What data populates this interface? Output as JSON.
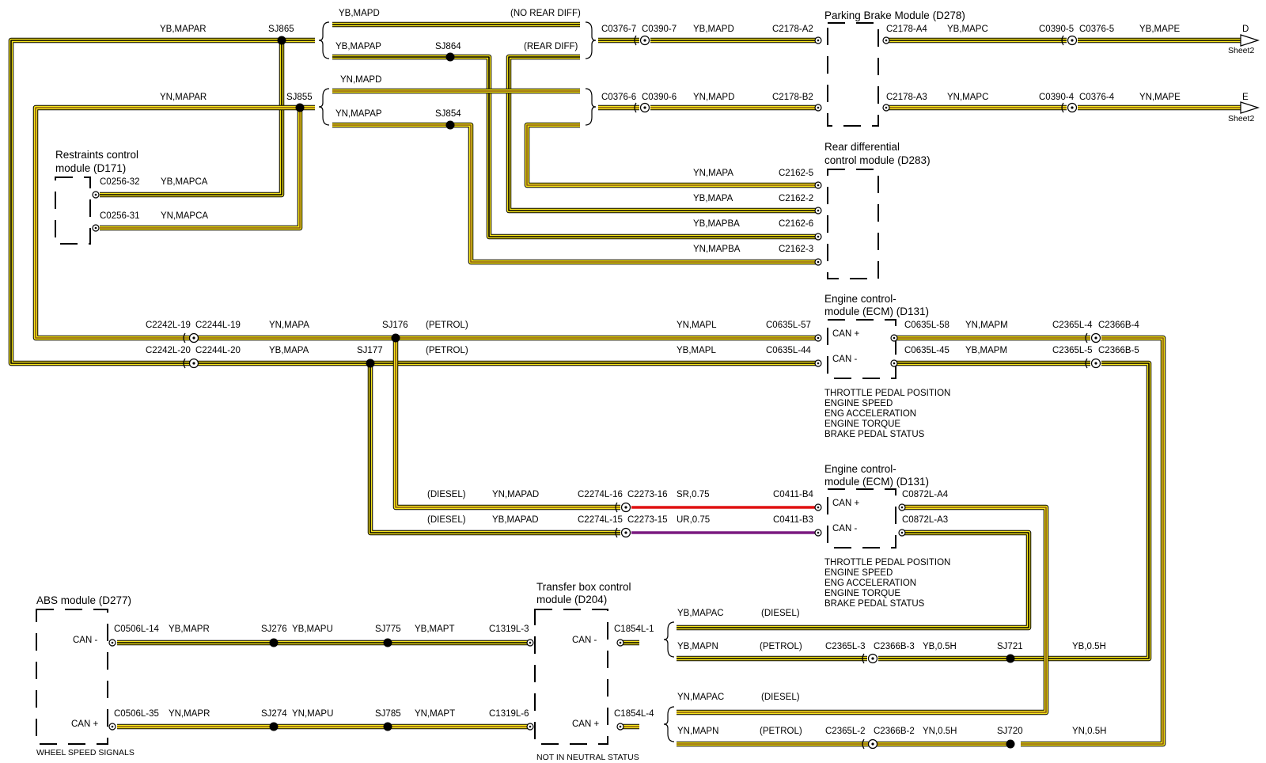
{
  "colors": {
    "yellow": "#f5e31a",
    "black_tracer": "#000000",
    "brown_tracer": "#8a5a12",
    "red_wire": "#e01010",
    "violet_wire": "#7a1a80"
  },
  "labels": {
    "yb_mapar": "YB,MAPAR",
    "sj865": "SJ865",
    "yb_mapd_top": "YB,MAPD",
    "no_rear_diff": "(NO REAR DIFF)",
    "yb_mapap": "YB,MAPAP",
    "sj864": "SJ864",
    "rear_diff": "(REAR DIFF)",
    "c0376_7": "C0376-7",
    "c0390_7": "C0390-7",
    "yb_mapd_mid": "YB,MAPD",
    "c2178_a2": "C2178-A2",
    "pbm_title": "Parking Brake Module (D278)",
    "c2178_a4": "C2178-A4",
    "yb_mapc": "YB,MAPC",
    "c0390_5": "C0390-5",
    "c0376_5": "C0376-5",
    "yb_mape": "YB,MAPE",
    "d_ref": "D",
    "sheet2_a": "Sheet2",
    "yn_mapar": "YN,MAPAR",
    "sj855": "SJ855",
    "yn_mapd_top": "YN,MAPD",
    "yn_mapap": "YN,MAPAP",
    "sj854": "SJ854",
    "c0376_6": "C0376-6",
    "c0390_6": "C0390-6",
    "yn_mapd_mid": "YN,MAPD",
    "c2178_b2": "C2178-B2",
    "c2178_a3": "C2178-A3",
    "yn_mapc": "YN,MAPC",
    "c0390_4": "C0390-4",
    "c0376_4": "C0376-4",
    "yn_mape": "YN,MAPE",
    "e_ref": "E",
    "sheet2_b": "Sheet2",
    "rcm_title1": "Restraints control",
    "rcm_title2": "module (D171)",
    "c0256_32": "C0256-32",
    "yb_mapca": "YB,MAPCA",
    "c0256_31": "C0256-31",
    "yn_mapca": "YN,MAPCA",
    "rdcm_title1": "Rear differential",
    "rdcm_title2": "control module (D283)",
    "yn_mapa_r1": "YN,MAPA",
    "c2162_5": "C2162-5",
    "yb_mapa_r2": "YB,MAPA",
    "c2162_2": "C2162-2",
    "yb_mapba": "YB,MAPBA",
    "c2162_6": "C2162-6",
    "yn_mapba": "YN,MAPBA",
    "c2162_3": "C2162-3",
    "ecm1_title1": "Engine control-",
    "ecm1_title2": "module (ECM) (D131)",
    "c2242l_19": "C2242L-19",
    "c2244l_19": "C2244L-19",
    "yn_mapa_p": "YN,MAPA",
    "sj176": "SJ176",
    "petrol_1": "(PETROL)",
    "yn_mapl": "YN,MAPL",
    "c0635l_57": "C0635L-57",
    "can_plus_1": "CAN +",
    "c0635l_58": "C0635L-58",
    "yn_mapm": "YN,MAPM",
    "c2365l_4": "C2365L-4",
    "c2366b_4": "C2366B-4",
    "c2242l_20": "C2242L-20",
    "c2244l_20": "C2244L-20",
    "yb_mapa_p": "YB,MAPA",
    "sj177": "SJ177",
    "petrol_2": "(PETROL)",
    "yb_mapl": "YB,MAPL",
    "c0635l_44": "C0635L-44",
    "can_minus_1": "CAN -",
    "c0635l_45": "C0635L-45",
    "yb_mapm": "YB,MAPM",
    "c2365l_5": "C2365L-5",
    "c2366b_5": "C2366B-5",
    "sig1_1": "THROTTLE PEDAL POSITION",
    "sig1_2": "ENGINE SPEED",
    "sig1_3": "ENG ACCELERATION",
    "sig1_4": "ENGINE TORQUE",
    "sig1_5": "BRAKE PEDAL STATUS",
    "ecm2_title1": "Engine control-",
    "ecm2_title2": "module (ECM) (D131)",
    "diesel_1": "(DIESEL)",
    "yn_mapad": "YN,MAPAD",
    "c2274l_16": "C2274L-16",
    "c2273_16": "C2273-16",
    "sr_075": "SR,0.75",
    "c0411_b4": "C0411-B4",
    "can_plus_2": "CAN +",
    "c0872l_a4": "C0872L-A4",
    "diesel_2": "(DIESEL)",
    "yb_mapad": "YB,MAPAD",
    "c2274l_15": "C2274L-15",
    "c2273_15": "C2273-15",
    "ur_075": "UR,0.75",
    "c0411_b3": "C0411-B3",
    "can_minus_2": "CAN -",
    "c0872l_a3": "C0872L-A3",
    "sig2_1": "THROTTLE PEDAL POSITION",
    "sig2_2": "ENGINE SPEED",
    "sig2_3": "ENG ACCELERATION",
    "sig2_4": "ENGINE TORQUE",
    "sig2_5": "BRAKE PEDAL STATUS",
    "abs_title": "ABS module (D277)",
    "abs_can_minus": "CAN -",
    "c0506l_14": "C0506L-14",
    "yb_mapr": "YB,MAPR",
    "sj276": "SJ276",
    "yb_mapu": "YB,MAPU",
    "sj775": "SJ775",
    "yb_mapt": "YB,MAPT",
    "c1319l_3": "C1319L-3",
    "abs_can_plus": "CAN +",
    "c0506l_35": "C0506L-35",
    "yn_mapr": "YN,MAPR",
    "sj274": "SJ274",
    "yn_mapu": "YN,MAPU",
    "sj785": "SJ785",
    "yn_mapt": "YN,MAPT",
    "c1319l_6": "C1319L-6",
    "wheel_speed": "WHEEL SPEED SIGNALS",
    "tbcm_title1": "Transfer box control",
    "tbcm_title2": "module (D204)",
    "tb_can_minus": "CAN -",
    "c1854l_1": "C1854L-1",
    "yb_mapac": "YB,MAPAC",
    "diesel_3": "(DIESEL)",
    "yb_mapn": "YB,MAPN",
    "petrol_3": "(PETROL)",
    "c2365l_3": "C2365L-3",
    "c2366b_3": "C2366B-3",
    "yb_05h_1": "YB,0.5H",
    "sj721": "SJ721",
    "yb_05h_2": "YB,0.5H",
    "tb_can_plus": "CAN +",
    "c1854l_4": "C1854L-4",
    "yn_mapac": "YN,MAPAC",
    "diesel_4": "(DIESEL)",
    "yn_mapn": "YN,MAPN",
    "petrol_4": "(PETROL)",
    "c2365l_2": "C2365L-2",
    "c2366b_2": "C2366B-2",
    "yn_05h_1": "YN,0.5H",
    "sj720": "SJ720",
    "yn_05h_2": "YN,0.5H",
    "not_neutral": "NOT IN NEUTRAL STATUS"
  }
}
